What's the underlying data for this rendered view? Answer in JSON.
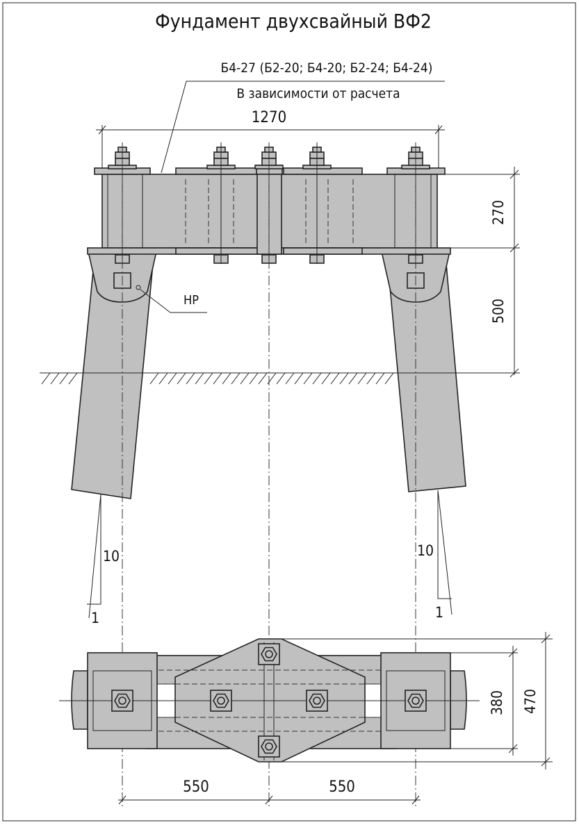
{
  "title": "Фундамент двухсвайный ВФ2",
  "beam_label": "Б4-27 (Б2-20; Б4-20; Б2-24; Б4-24)",
  "beam_note": "В зависимости от расчета",
  "dimensions": {
    "overall_width": "1270",
    "beam_height": "270",
    "cap_to_ground": "500",
    "pile_spacing_left": "550",
    "pile_spacing_right": "550",
    "inner_width": "380",
    "outer_width": "470"
  },
  "slope_left": {
    "run": "10",
    "rise": "1"
  },
  "slope_right": {
    "run": "10",
    "rise": "1"
  },
  "marker_label": "НР",
  "colors": {
    "steel_fill": "#c0c0c0",
    "line": "#222222"
  }
}
